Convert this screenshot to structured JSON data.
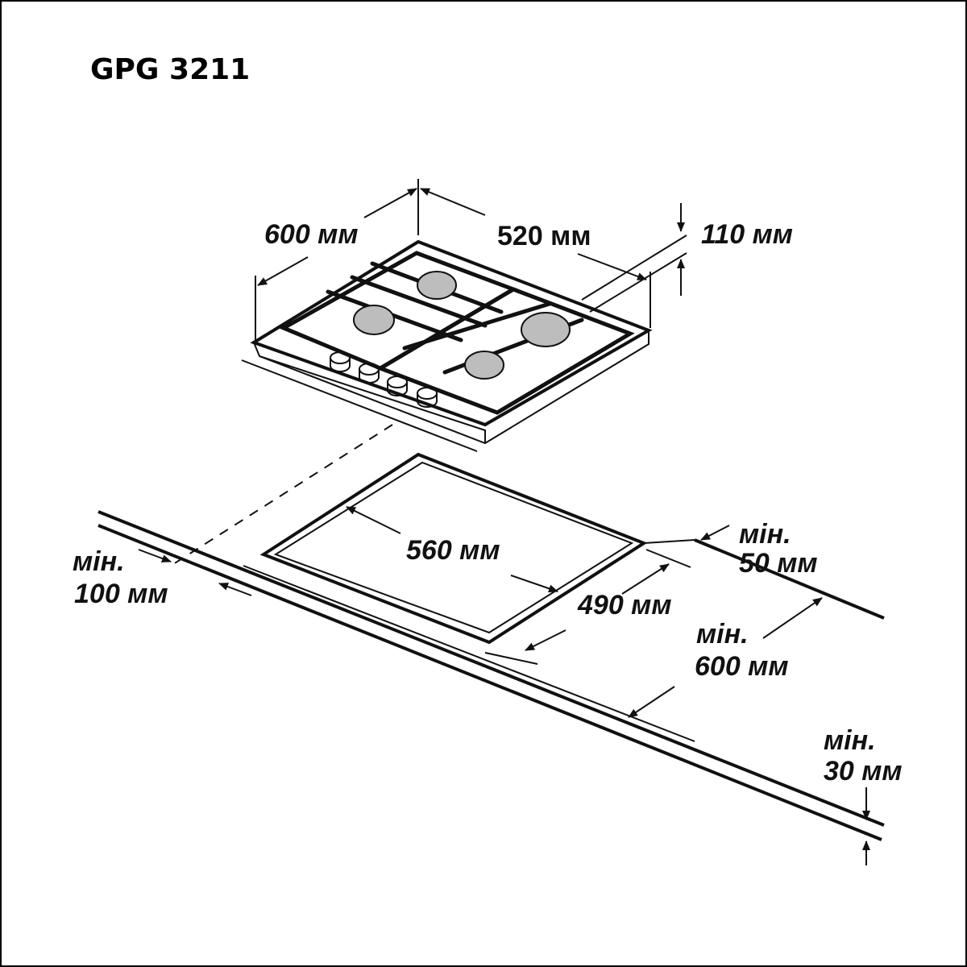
{
  "title": "GPG 3211",
  "hob_dimensions": {
    "depth": "600 мм",
    "width": "520 мм",
    "height": "110 мм"
  },
  "cutout": {
    "length": "560 мм",
    "width": "490 мм"
  },
  "clearances": {
    "back_min_label": "мін.",
    "back_value": "50 мм",
    "side_min_label": "мін.",
    "side_value": "100 мм",
    "front_min_label": "мін.",
    "front_value": "600 мм",
    "thickness_min_label": "мін.",
    "thickness_value": "30 мм"
  },
  "colors": {
    "burner_fill": "#bdbdbd",
    "line": "#111111"
  }
}
